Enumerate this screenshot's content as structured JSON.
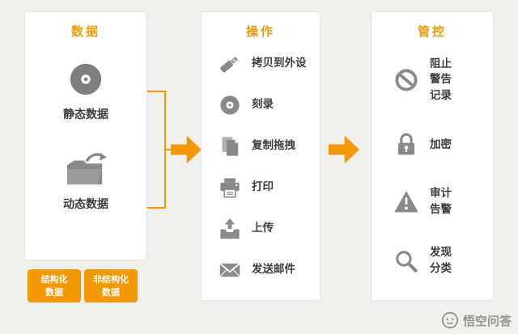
{
  "diagram": {
    "columns": [
      {
        "title": "数据",
        "items": [
          {
            "icon": "disc-icon",
            "label": "静态数据"
          },
          {
            "icon": "folder-arrow-icon",
            "label": "动态数据"
          }
        ]
      },
      {
        "title": "操作",
        "items": [
          {
            "icon": "usb-drive-icon",
            "label": "拷贝到外设"
          },
          {
            "icon": "disc-icon",
            "label": "刻录"
          },
          {
            "icon": "copy-drag-icon",
            "label": "复制拖拽"
          },
          {
            "icon": "printer-icon",
            "label": "打印"
          },
          {
            "icon": "upload-icon",
            "label": "上传"
          },
          {
            "icon": "mail-icon",
            "label": "发送邮件"
          }
        ]
      },
      {
        "title": "管控",
        "items": [
          {
            "icon": "prohibit-icon",
            "label": "阻止\n警告\n记录"
          },
          {
            "icon": "lock-icon",
            "label": "加密"
          },
          {
            "icon": "warning-icon",
            "label": "审计\n告警"
          },
          {
            "icon": "search-icon",
            "label": "发现\n分类"
          }
        ]
      }
    ],
    "tags": [
      {
        "label": "结构化\n数据"
      },
      {
        "label": "非结构化\n数据"
      }
    ],
    "watermark": "悟空问答",
    "colors": {
      "accent": "#f39800",
      "icon_gray": "#8a8a8a",
      "background": "#f0efec",
      "text": "#3d3d3d"
    }
  }
}
